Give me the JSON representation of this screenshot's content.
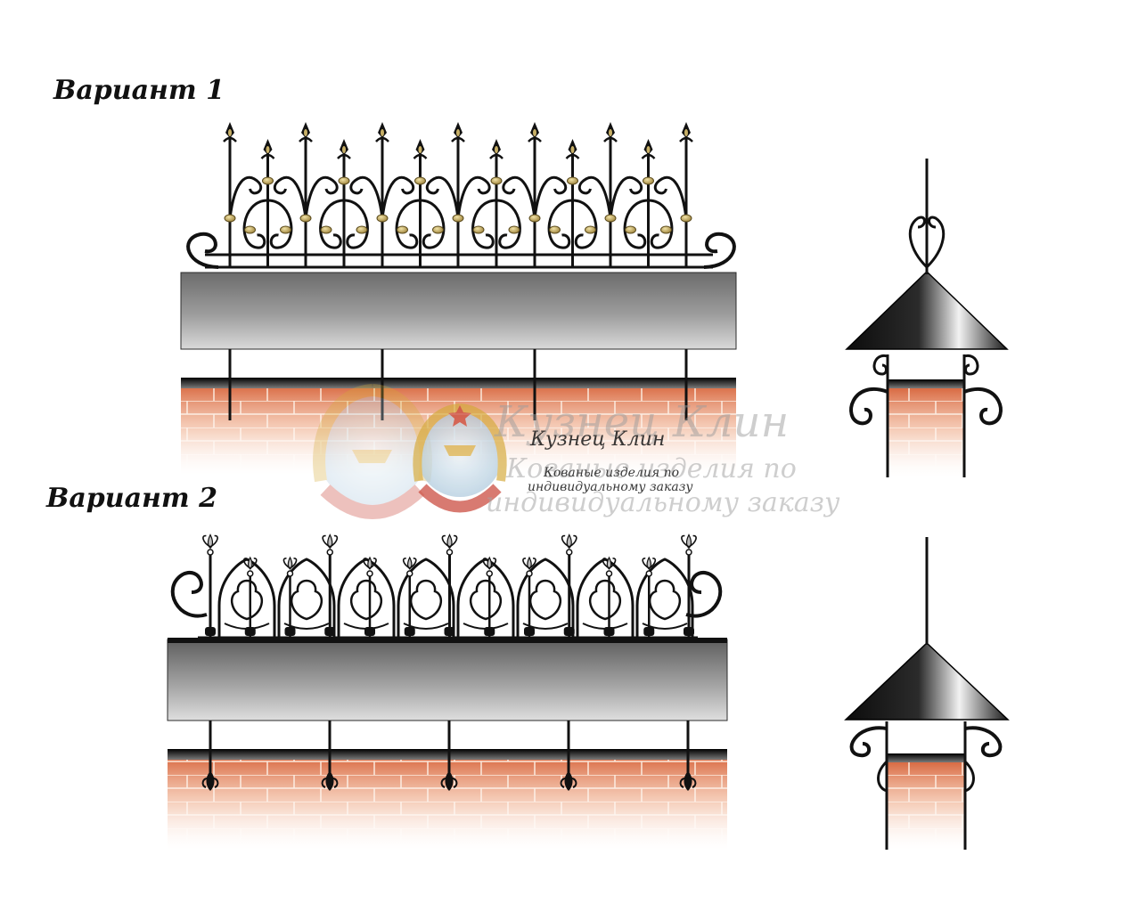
{
  "variant1": {
    "title": "Вариант 1"
  },
  "variant2": {
    "title": "Вариант 2"
  },
  "watermark": {
    "brand": "Кузнец Клин",
    "tagline_line1": "Кованые изделия по",
    "tagline_line2": "индивидуальному заказу"
  },
  "colors": {
    "iron": "#111111",
    "brass": "#c8b067",
    "cap_top": "#6c6c6c",
    "cap_bottom": "#d6d6d6",
    "brick": "#d9693a",
    "mortar": "#ffffff",
    "watermark_red": "#c63a2c",
    "watermark_gold": "#d4a93a"
  },
  "icons": [
    "spear-finial-icon",
    "lily-finial-icon",
    "scroll-icon",
    "trefoil-arch-icon",
    "emblem-icon"
  ]
}
